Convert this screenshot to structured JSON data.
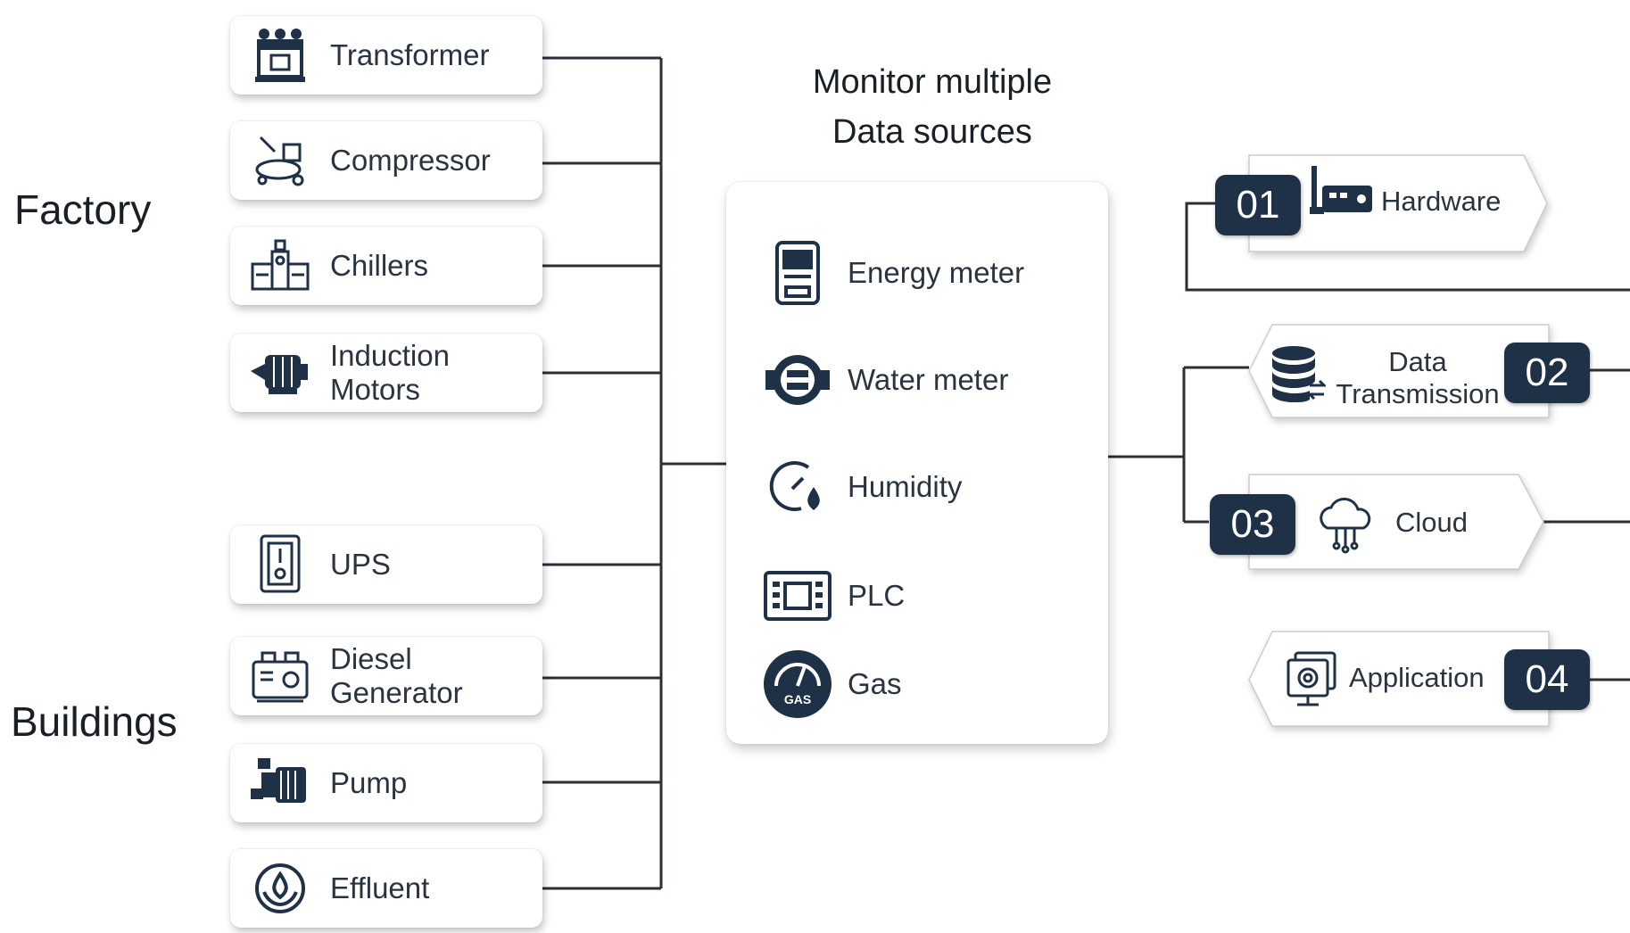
{
  "groups": {
    "factory": "Factory",
    "buildings": "Buildings"
  },
  "factory_items": [
    {
      "label": "Transformer",
      "icon": "transformer-icon"
    },
    {
      "label": "Compressor",
      "icon": "compressor-icon"
    },
    {
      "label": "Chillers",
      "icon": "chiller-icon"
    },
    {
      "label": "Induction\nMotors",
      "icon": "motor-icon"
    }
  ],
  "building_items": [
    {
      "label": "UPS",
      "icon": "ups-icon"
    },
    {
      "label": "Diesel\nGenerator",
      "icon": "generator-icon"
    },
    {
      "label": "Pump",
      "icon": "pump-icon"
    },
    {
      "label": "Effluent",
      "icon": "effluent-icon"
    }
  ],
  "hub": {
    "title_line1": "Monitor multiple",
    "title_line2": "Data sources",
    "items": [
      {
        "label": "Energy meter",
        "icon": "energy-meter-icon"
      },
      {
        "label": "Water meter",
        "icon": "water-meter-icon"
      },
      {
        "label": "Humidity",
        "icon": "humidity-icon"
      },
      {
        "label": "PLC",
        "icon": "plc-icon"
      },
      {
        "label": "Gas",
        "icon": "gas-icon"
      }
    ],
    "gas_badge": "GAS"
  },
  "outputs": [
    {
      "number": "01",
      "label": "Hardware",
      "icon": "hardware-icon"
    },
    {
      "number": "02",
      "label": "Data\nTransmission",
      "icon": "database-icon"
    },
    {
      "number": "03",
      "label": "Cloud",
      "icon": "cloud-icon"
    },
    {
      "number": "04",
      "label": "Application",
      "icon": "application-icon"
    }
  ],
  "colors": {
    "navy": "#1f3146",
    "line": "#2a2f36",
    "text": "#2a3340"
  }
}
